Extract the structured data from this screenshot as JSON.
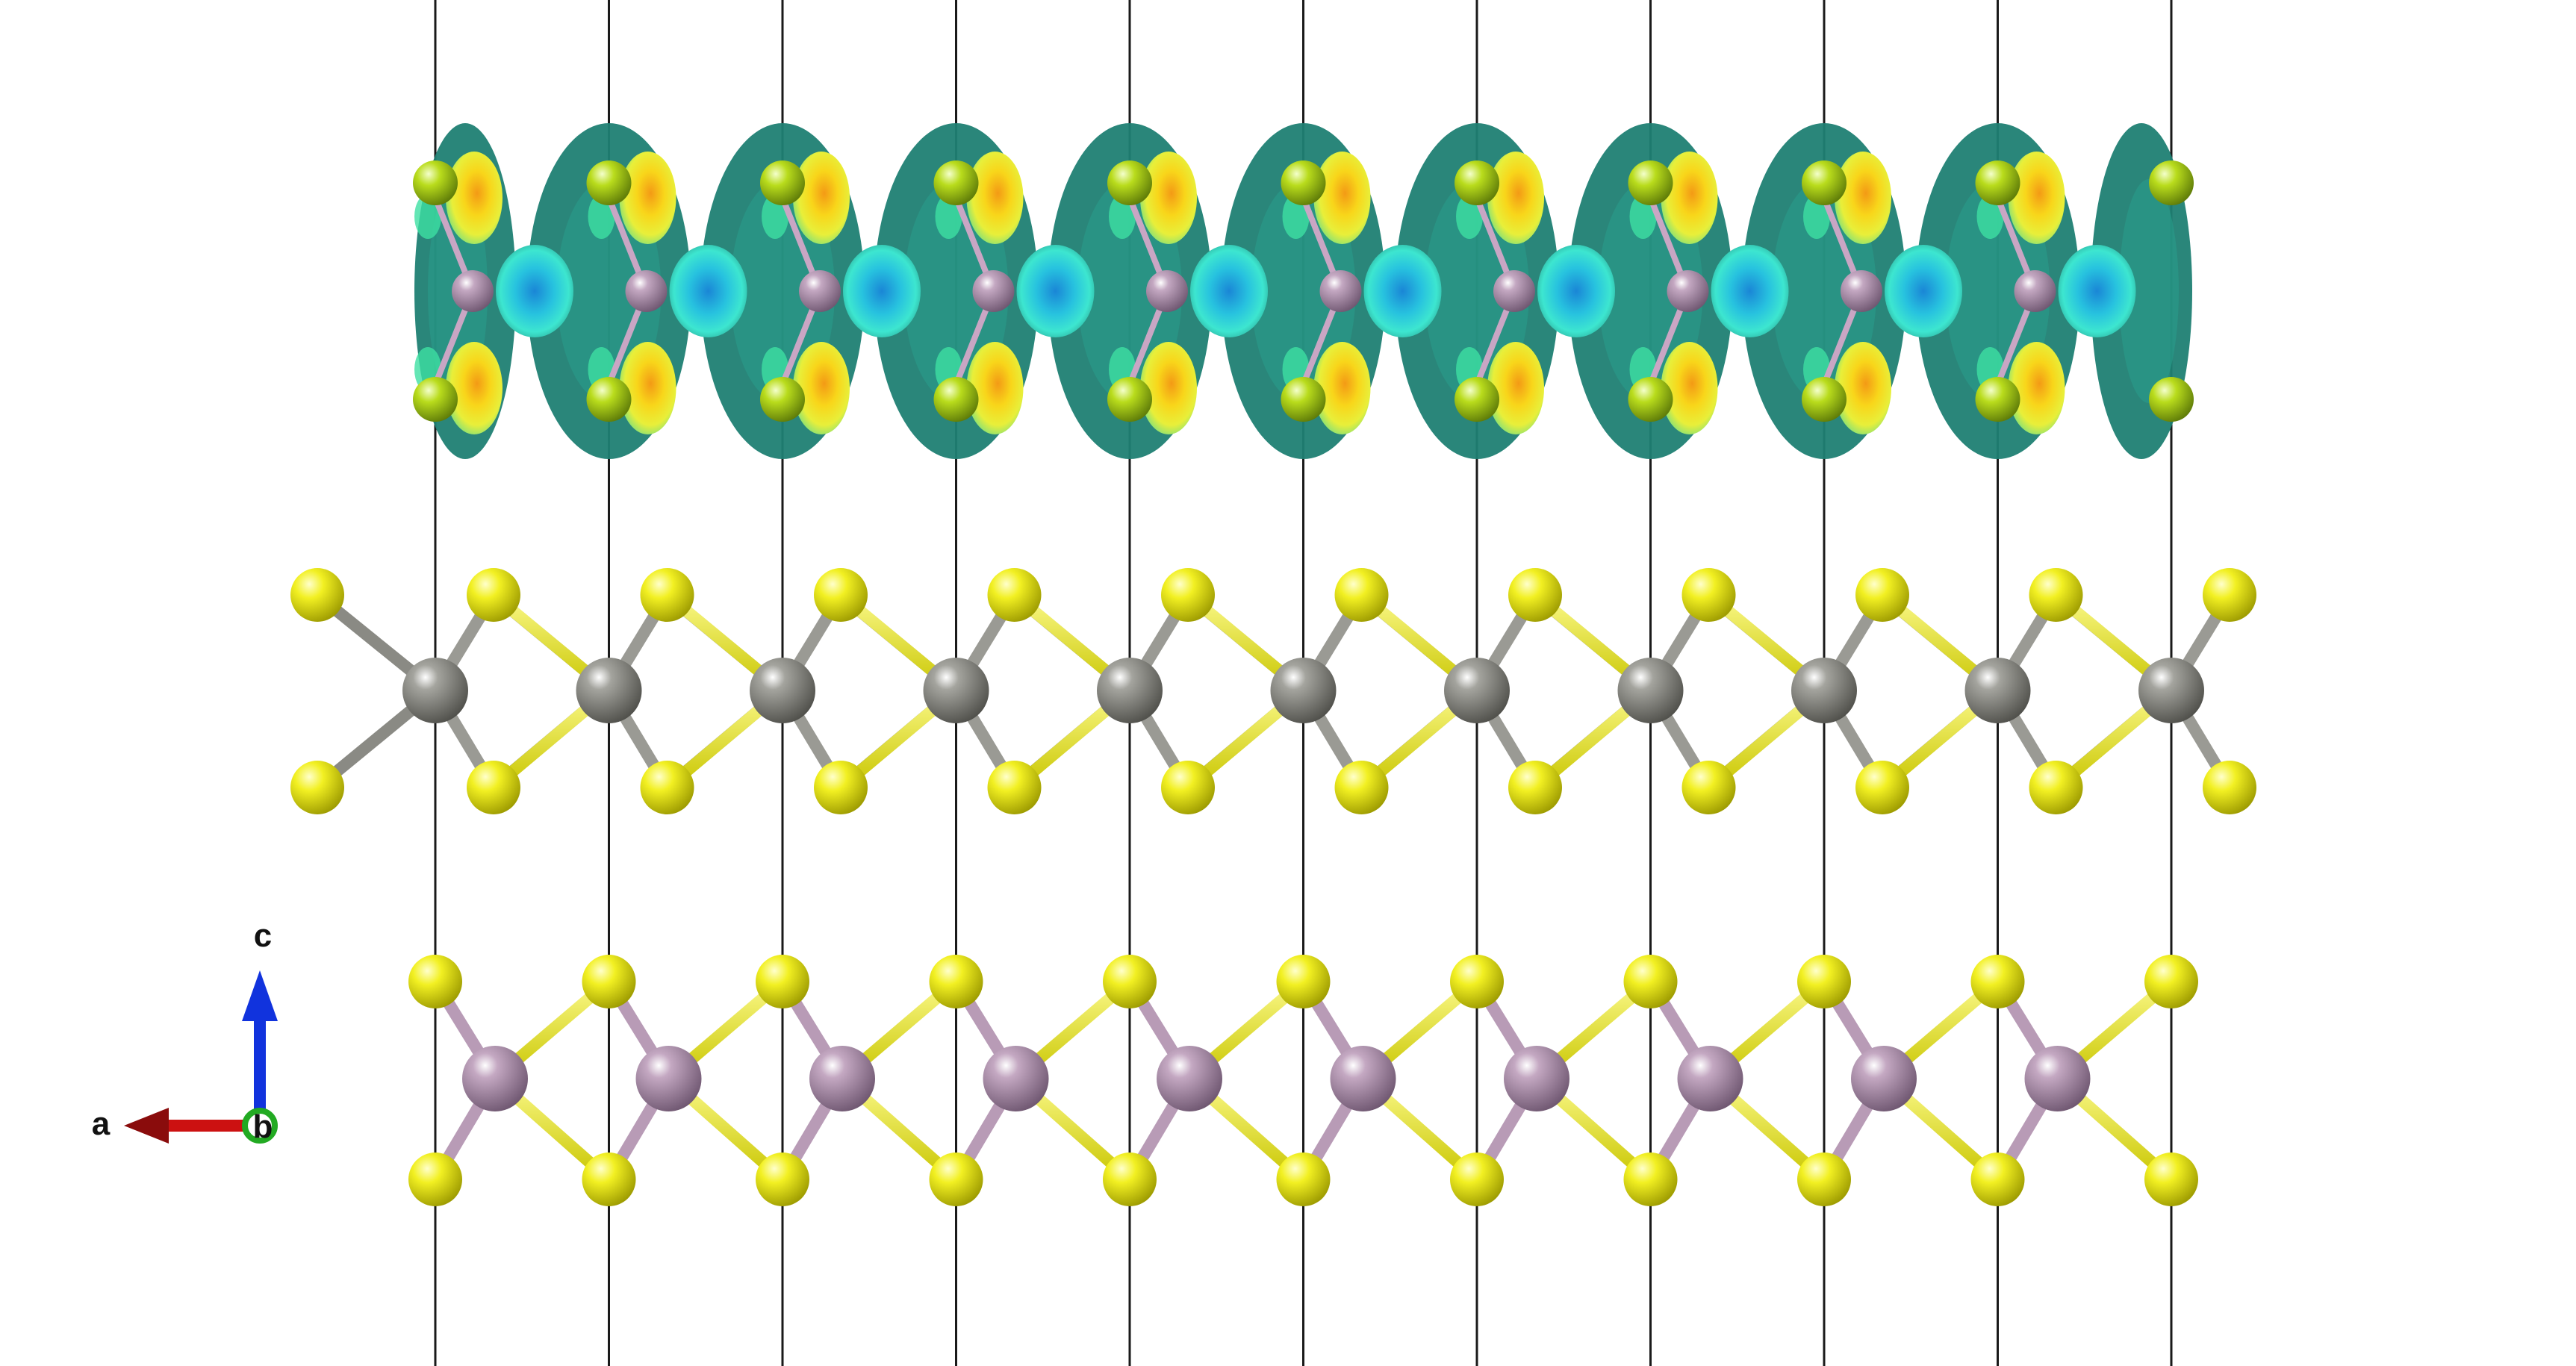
{
  "axes": {
    "a_label": "a",
    "b_label": "b",
    "c_label": "c"
  },
  "colors": {
    "background": "#ffffff",
    "cell_line": "#1a1a1a",
    "sulfur": "#e8e61a",
    "sulfur_top_layer": "#a8d21a",
    "metal_grey": "#8a8a84",
    "metal_mauve": "#b49ab2",
    "isosurface_outer": "#1f7f73",
    "isosurface_cyan": "#27c2df",
    "isosurface_yellow": "#f6e61c",
    "isosurface_orange": "#f4a21a",
    "isosurface_green": "#3de0a2",
    "axis_a": "#cc1111",
    "axis_b": "#22aa22",
    "axis_c": "#1133dd"
  },
  "structure": {
    "unit_cells_shown": 10,
    "layers": [
      {
        "name": "top-layer-charge-density",
        "metal": "mauve",
        "chalcogen": "S"
      },
      {
        "name": "middle-layer",
        "metal": "grey",
        "chalcogen": "S"
      },
      {
        "name": "bottom-layer",
        "metal": "mauve",
        "chalcogen": "S"
      }
    ]
  }
}
